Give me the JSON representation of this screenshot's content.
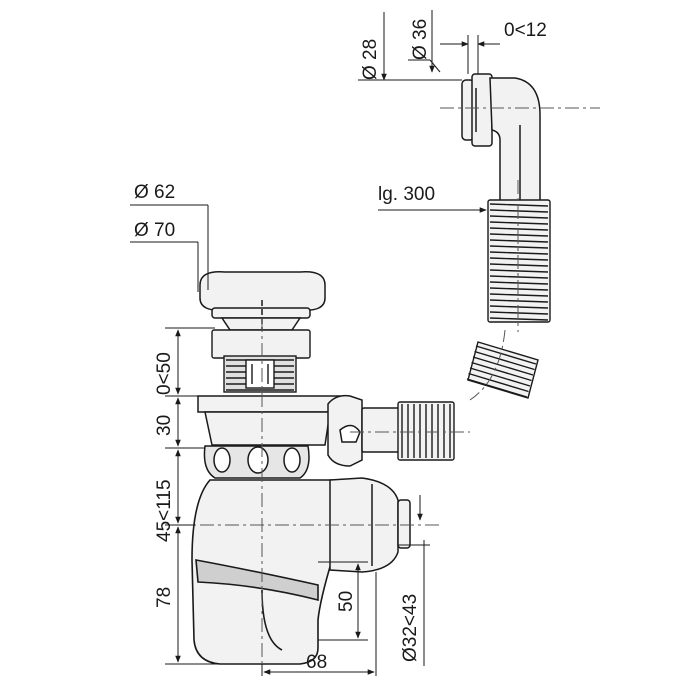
{
  "diagram": {
    "dimensions": {
      "d28": "Ø 28",
      "d36": "Ø 36",
      "offset": "0<12",
      "length": "lg. 300",
      "d62": "Ø 62",
      "d70": "Ø 70",
      "h0_50": "0<50",
      "h30": "30",
      "h45_115": "45<115",
      "h78": "78",
      "h50": "50",
      "d32_43": "Ø32<43",
      "w68": "68"
    },
    "colors": {
      "line": "#1a1a1a",
      "body_fill": "#f2f2f2",
      "shade_fill": "#bdbdbd",
      "dim_line": "#1a1a1a",
      "center_line": "#555555"
    }
  }
}
